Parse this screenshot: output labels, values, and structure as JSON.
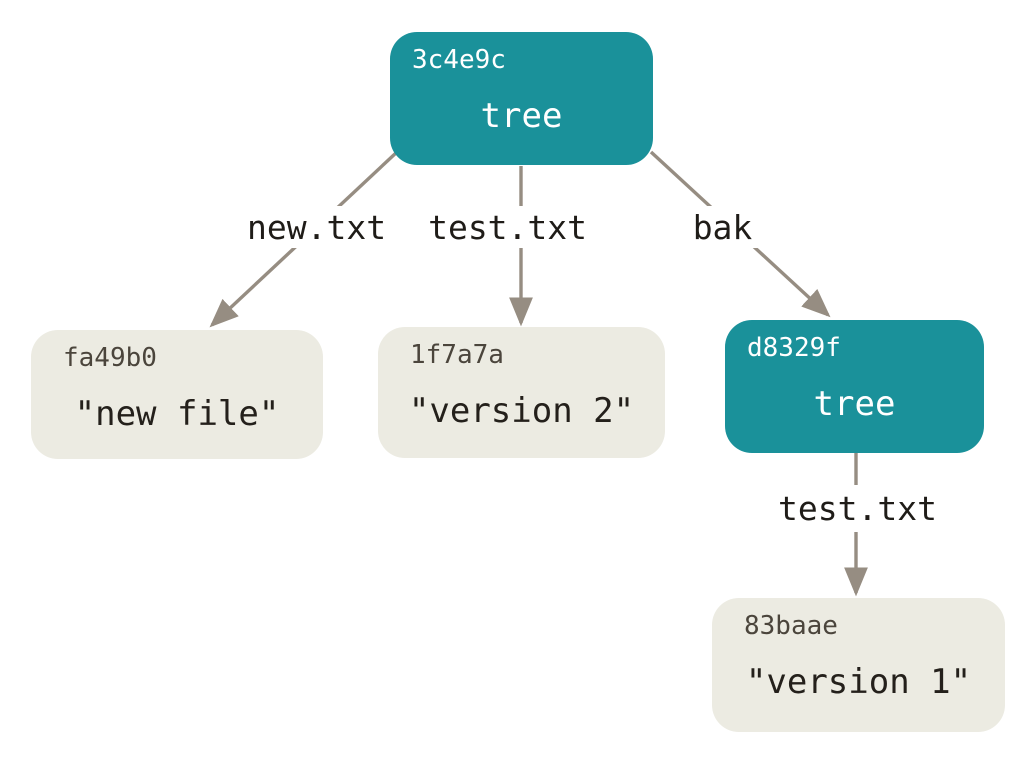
{
  "diagram": {
    "description": "Git object model diagram: a root tree pointing to two blobs and a sub-tree, which points to another blob",
    "colors": {
      "tree_fill": "#1A919A",
      "blob_fill": "#ECEBE2",
      "arrow": "#968D82",
      "label_bg": "#ffffff",
      "tree_text": "#ffffff",
      "hash_text": "#4B453C",
      "blob_text": "#24201B",
      "background": "#ffffff"
    },
    "nodes": {
      "root_tree": {
        "hash": "3c4e9c",
        "label": "tree"
      },
      "blob_new_file": {
        "hash": "fa49b0",
        "content": "\"new file\""
      },
      "blob_version2": {
        "hash": "1f7a7a",
        "content": "\"version 2\""
      },
      "sub_tree": {
        "hash": "d8329f",
        "label": "tree"
      },
      "blob_version1": {
        "hash": "83baae",
        "content": "\"version 1\""
      }
    },
    "edges": {
      "root_to_new_file": {
        "label": "new.txt",
        "from": "root_tree",
        "to": "blob_new_file"
      },
      "root_to_version2": {
        "label": "test.txt",
        "from": "root_tree",
        "to": "blob_version2"
      },
      "root_to_sub_tree": {
        "label": "bak",
        "from": "root_tree",
        "to": "sub_tree"
      },
      "sub_tree_to_version1": {
        "label": "test.txt",
        "from": "sub_tree",
        "to": "blob_version1"
      }
    }
  }
}
